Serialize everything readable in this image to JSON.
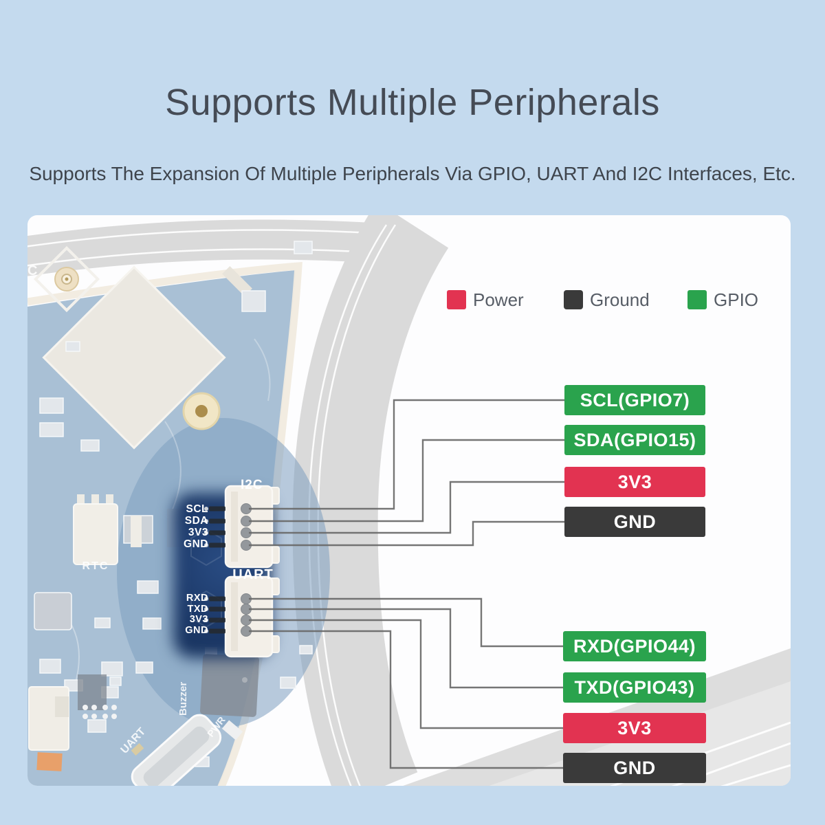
{
  "title": "Supports Multiple Peripherals",
  "subtitle": "Supports The Expansion Of Multiple Peripherals Via GPIO, UART And I2C Interfaces, Etc.",
  "colors": {
    "power": "#e23351",
    "ground": "#3a3a3a",
    "gpio": "#2aa34d",
    "wire": "#6a6a6a",
    "page_bg": "#c4daee",
    "highlight_navy": "#1d3a6a",
    "legend_text": "#575d66",
    "title_text": "#454b55"
  },
  "legend": {
    "items": [
      {
        "label": "Power",
        "type": "power"
      },
      {
        "label": "Ground",
        "type": "ground"
      },
      {
        "label": "GPIO",
        "type": "gpio"
      }
    ]
  },
  "i2c_group": {
    "header": "I2C",
    "silk_pins": [
      "SCL",
      "SDA",
      "3V3",
      "GND"
    ],
    "labels": [
      {
        "text": "SCL(GPIO7)",
        "type": "gpio"
      },
      {
        "text": "SDA(GPIO15)",
        "type": "gpio"
      },
      {
        "text": "3V3",
        "type": "power"
      },
      {
        "text": "GND",
        "type": "ground"
      }
    ]
  },
  "uart_group": {
    "header": "UART",
    "silk_pins": [
      "RXD",
      "TXD",
      "3V3",
      "GND"
    ],
    "labels": [
      {
        "text": "RXD(GPIO44)",
        "type": "gpio"
      },
      {
        "text": "TXD(GPIO43)",
        "type": "gpio"
      },
      {
        "text": "3V3",
        "type": "power"
      },
      {
        "text": "GND",
        "type": "ground"
      }
    ]
  },
  "board_silk": {
    "rtc": "RTC",
    "buzzer": "Buzzer",
    "pwr": "PWR",
    "uart": "UART",
    "partial_c": "C"
  }
}
